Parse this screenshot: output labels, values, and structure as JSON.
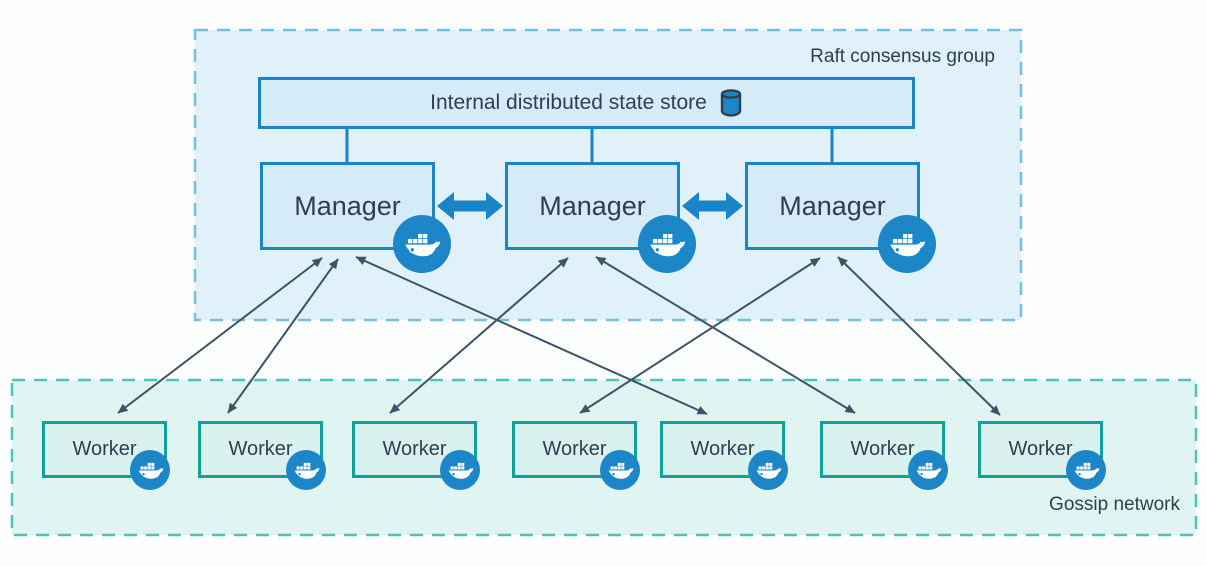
{
  "raft": {
    "label": "Raft consensus group",
    "store": {
      "label": "Internal distributed state store",
      "icon": "database-icon"
    }
  },
  "managers": [
    {
      "id": "manager-1",
      "label": "Manager",
      "badge": "docker-icon"
    },
    {
      "id": "manager-2",
      "label": "Manager",
      "badge": "docker-icon"
    },
    {
      "id": "manager-3",
      "label": "Manager",
      "badge": "docker-icon"
    }
  ],
  "gossip": {
    "label": "Gossip network"
  },
  "workers": [
    {
      "id": "worker-1",
      "label": "Worker",
      "badge": "docker-icon"
    },
    {
      "id": "worker-2",
      "label": "Worker",
      "badge": "docker-icon"
    },
    {
      "id": "worker-3",
      "label": "Worker",
      "badge": "docker-icon"
    },
    {
      "id": "worker-4",
      "label": "Worker",
      "badge": "docker-icon"
    },
    {
      "id": "worker-5",
      "label": "Worker",
      "badge": "docker-icon"
    },
    {
      "id": "worker-6",
      "label": "Worker",
      "badge": "docker-icon"
    },
    {
      "id": "worker-7",
      "label": "Worker",
      "badge": "docker-icon"
    }
  ],
  "connections": {
    "store_to_managers": [
      "manager-1",
      "manager-2",
      "manager-3"
    ],
    "manager_peer_links": [
      [
        "manager-1",
        "manager-2"
      ],
      [
        "manager-2",
        "manager-3"
      ]
    ],
    "manager_worker_links": [
      [
        "manager-1",
        "worker-1"
      ],
      [
        "manager-1",
        "worker-2"
      ],
      [
        "manager-1",
        "worker-5"
      ],
      [
        "manager-2",
        "worker-3"
      ],
      [
        "manager-2",
        "worker-6"
      ],
      [
        "manager-3",
        "worker-4"
      ],
      [
        "manager-3",
        "worker-7"
      ]
    ]
  },
  "colors": {
    "raft_fill": "#e1f1fa",
    "raft_border": "#74c0e0",
    "node_fill": "#d5ebf8",
    "node_border": "#1b84c7",
    "worker_fill": "#d9f2ef",
    "worker_border": "#12a098",
    "gossip_fill": "#e0f5f2",
    "gossip_border": "#4cc4ba",
    "arrow": "#3d5468",
    "docker_badge": "#1d86c8",
    "text": "#2e4050"
  }
}
